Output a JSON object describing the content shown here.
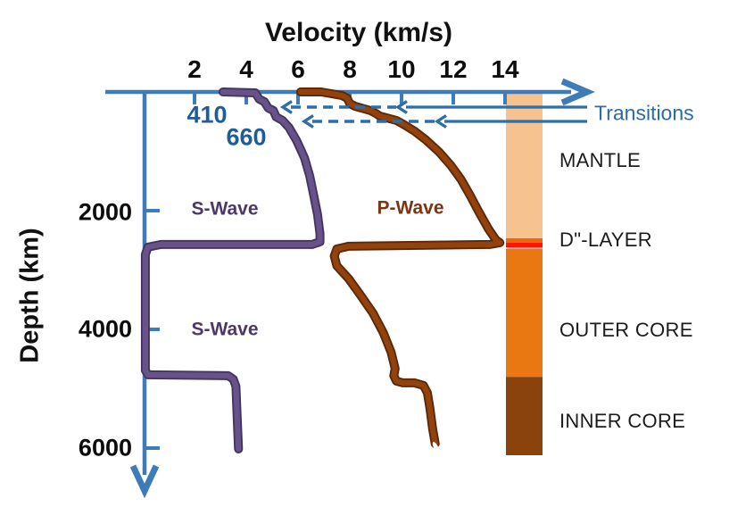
{
  "header": {
    "title": "Velocity (km/s)"
  },
  "axes": {
    "x_label": "Velocity (km/s)",
    "y_label": "Depth (km)"
  },
  "annotations": {
    "d410": "410",
    "d660": "660",
    "transitions": "Transitions"
  },
  "colors": {
    "axis": "#3E7CB9",
    "axis_dark": "#2E6DA8",
    "blue_text": "#1E5C9B",
    "transitions_text": "#2A6BA8",
    "s_wave": "#67538A",
    "s_wave_outline": "#443460",
    "p_wave": "#91420D",
    "p_wave_outline": "#5C2906",
    "mantle": "#F6C28F",
    "d_layer_orange": "#F0660C",
    "d_layer_red": "#FF1500",
    "d_layer_pink": "#F9AC96",
    "outer_core": "#E97712",
    "inner_core": "#8B430E",
    "text": "#111111"
  },
  "column": {
    "segments": [
      {
        "color": "#F6C28F",
        "from_km": 30,
        "to_km": 2466
      },
      {
        "color": "#F0660C",
        "from_km": 2466,
        "to_km": 2541
      },
      {
        "color": "#FF1500",
        "from_km": 2541,
        "to_km": 2616
      },
      {
        "color": "#F9AC96",
        "from_km": 2616,
        "to_km": 2647
      },
      {
        "color": "#E97712",
        "from_km": 2647,
        "to_km": 4800
      },
      {
        "color": "#8B430E",
        "from_km": 4800,
        "to_km": 6120
      }
    ],
    "labels": [
      {
        "text": "MANTLE"
      },
      {
        "text": "D\"-LAYER"
      },
      {
        "text": "OUTER CORE"
      },
      {
        "text": "INNER CORE"
      }
    ]
  },
  "transitions": {
    "lines": [
      {
        "y": 120,
        "solid": [
          455,
          658
        ],
        "dashed": [
          326,
          444
        ],
        "heads": [
          317,
          446
        ]
      },
      {
        "y": 136,
        "solid": [
          498,
          658
        ],
        "dashed": [
          350,
          488
        ],
        "heads": [
          341,
          490
        ]
      }
    ]
  },
  "chart_data": {
    "type": "line",
    "title": "Velocity (km/s)",
    "xlabel": "Velocity (km/s)",
    "ylabel": "Depth (km)",
    "x_ticks": [
      2,
      4,
      6,
      8,
      10,
      12,
      14
    ],
    "y_ticks": [
      2000,
      4000,
      6000
    ],
    "x_range": [
      0,
      16
    ],
    "y_range_km": [
      0,
      6600
    ],
    "y_direction": "down",
    "grid": false,
    "legend": "inline-curve-labels",
    "series": [
      {
        "name": "S-Wave",
        "color": "#67538A",
        "outline": "#443460",
        "points_v_d": [
          [
            3.1,
            0
          ],
          [
            4.35,
            15
          ],
          [
            4.5,
            120
          ],
          [
            4.7,
            165
          ],
          [
            4.85,
            270
          ],
          [
            5.05,
            315
          ],
          [
            5.15,
            420
          ],
          [
            5.4,
            480
          ],
          [
            5.65,
            600
          ],
          [
            5.95,
            825
          ],
          [
            6.25,
            1115
          ],
          [
            6.45,
            1415
          ],
          [
            6.6,
            1730
          ],
          [
            6.75,
            2060
          ],
          [
            6.85,
            2390
          ],
          [
            6.85,
            2525
          ],
          [
            6.55,
            2570
          ],
          [
            0.7,
            2570
          ],
          [
            0.2,
            2615
          ],
          [
            0.1,
            2740
          ],
          [
            0.1,
            4690
          ],
          [
            0.2,
            4765
          ],
          [
            3.3,
            4780
          ],
          [
            3.5,
            4840
          ],
          [
            3.6,
            4960
          ],
          [
            3.65,
            5520
          ],
          [
            3.7,
            6015
          ]
        ]
      },
      {
        "name": "P-Wave",
        "color": "#91420D",
        "outline": "#5C2906",
        "points_v_d": [
          [
            6.1,
            0
          ],
          [
            6.9,
            0
          ],
          [
            7.7,
            60
          ],
          [
            7.9,
            105
          ],
          [
            8.0,
            195
          ],
          [
            8.2,
            240
          ],
          [
            8.8,
            315
          ],
          [
            9.0,
            360
          ],
          [
            9.15,
            405
          ],
          [
            9.8,
            480
          ],
          [
            10.05,
            540
          ],
          [
            10.5,
            660
          ],
          [
            10.95,
            810
          ],
          [
            11.45,
            1010
          ],
          [
            11.9,
            1235
          ],
          [
            12.3,
            1475
          ],
          [
            12.65,
            1745
          ],
          [
            13.0,
            2030
          ],
          [
            13.35,
            2300
          ],
          [
            13.65,
            2495
          ],
          [
            13.8,
            2540
          ],
          [
            13.4,
            2570
          ],
          [
            7.95,
            2600
          ],
          [
            7.5,
            2645
          ],
          [
            7.4,
            2765
          ],
          [
            7.5,
            2930
          ],
          [
            7.95,
            3145
          ],
          [
            8.4,
            3415
          ],
          [
            8.9,
            3730
          ],
          [
            9.3,
            4060
          ],
          [
            9.6,
            4390
          ],
          [
            9.75,
            4660
          ],
          [
            9.7,
            4780
          ],
          [
            9.8,
            4870
          ],
          [
            10.05,
            4900
          ],
          [
            10.5,
            4900
          ],
          [
            10.85,
            4945
          ],
          [
            11.0,
            5070
          ],
          [
            11.1,
            5340
          ],
          [
            11.2,
            5670
          ],
          [
            11.3,
            5925
          ]
        ]
      }
    ],
    "discontinuity_labels": [
      "410",
      "660"
    ]
  }
}
